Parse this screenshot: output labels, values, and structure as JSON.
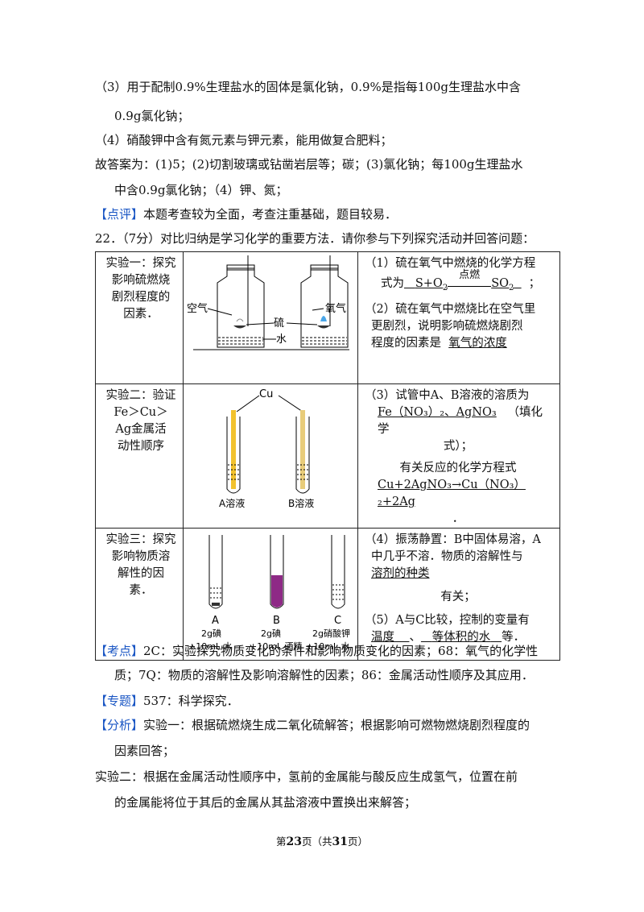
{
  "lines": {
    "l1": "（3）用于配制0.9%生理盐水的固体是氯化钠，0.9%是指每100g生理盐水中含",
    "l2": "0.9g氯化钠；",
    "l3": "（4）硝酸钾中含有氮元素与钾元素，能用做复合肥料；",
    "l4": "故答案为：(1)5；(2)切割玻璃或钻凿岩层等；碳；(3)氯化钠；每100g生理盐水",
    "l5": "中含0.9g氯化钠；（4）钾、氮；",
    "comment_tag": "【点评】",
    "comment_text": "本题考查较为全面，考查注重基础，题目较易．",
    "q22": "22．（7分）对比归纳是学习化学的重要方法．请你参与下列探究活动并回答问题："
  },
  "table": {
    "row1": {
      "title": [
        "实验一：探究",
        "影响硫燃烧",
        "剧烈程度的",
        "因素．"
      ],
      "fig": {
        "air": "空气",
        "sulfur": "硫",
        "oxygen": "氧气",
        "water": "水"
      },
      "a1": "（1）硫在氧气中燃烧的化学方程",
      "a2": "式为",
      "eq_left": "S+O",
      "eq_sub": "2",
      "eq_cond": "点燃",
      "eq_right": "SO",
      "eq_right_sub": "2",
      "a3": "；",
      "a4": "（2）硫在氧气中燃烧比在空气里",
      "a5": "更剧烈，说明影响硫燃烧剧烈",
      "a6": "程度的因素是",
      "a7": "氧气的浓度"
    },
    "row2": {
      "title": [
        "实验二：验证",
        "Fe＞Cu＞",
        "Ag金属活",
        "动性顺序"
      ],
      "fig": {
        "cu": "Cu",
        "a": "A溶液",
        "b": "B溶液"
      },
      "a1": "（3）试管中A、B溶液的溶质为",
      "a2": "Fe（NO₃）₂、AgNO₃",
      "a3": "（填化学",
      "a4": "式）；",
      "a5": "有关反应的化学方程式",
      "a6": "Cu+2AgNO₃→Cu（NO₃）₂+2Ag",
      "a7": "．"
    },
    "row3": {
      "title": [
        "实验三：探究",
        "影响物质溶",
        "解性的因",
        "素．"
      ],
      "fig": {
        "a": "A",
        "b": "B",
        "c": "C",
        "a1": "2g碘",
        "a2": "+10mL 水",
        "b1": "2g碘",
        "b2": "+10mL 酒精",
        "c1": "2g硝酸钾",
        "c2": "+10mL 水"
      },
      "a1": "（4）振荡静置：B中固体易溶，A",
      "a2": "中几乎不溶．物质的溶解性与",
      "a3": "溶剂的种类",
      "a4": "有关；",
      "a5": "（5）A与C比较，控制的变量有",
      "a6": "温度",
      "a7": "、",
      "a8": "等体积的水",
      "a9": "等．"
    }
  },
  "analysis": {
    "kd_tag": "【考点】",
    "kd1": "2C：实验探究物质变化的条件和影响物质变化的因素；68：氧气的化学性",
    "kd2": "质；7Q：物质的溶解性及影响溶解性的因素；86：金属活动性顺序及其应用．",
    "zt_tag": "【专题】",
    "zt": "537：科学探究．",
    "fx_tag": "【分析】",
    "fx1": "实验一：根据硫燃烧生成二氧化硫解答；根据影响可燃物燃烧剧烈程度的",
    "fx2": "因素回答；",
    "fx3": "实验二：根据在金属活动性顺序中，氢前的金属能与酸反应生成氢气，位置在前",
    "fx4": "的金属能将位于其后的金属从其盐溶液中置换出来解答；"
  },
  "footer": {
    "pre": "第",
    "page": "23",
    "mid": "页（共",
    "total": "31",
    "post": "页）"
  }
}
